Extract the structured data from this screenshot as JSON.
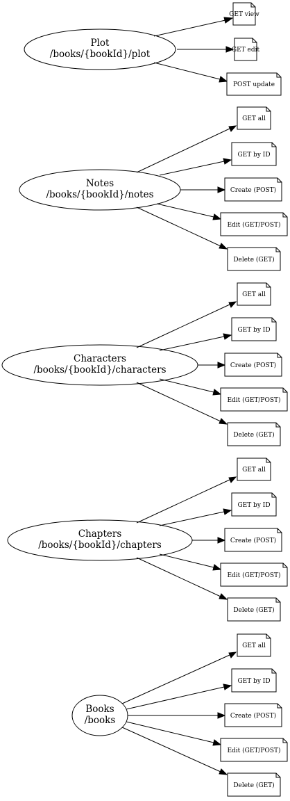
{
  "clusters": [
    {
      "id": "plot",
      "title": "Plot",
      "path": "/books/{bookId}/plot",
      "actions": [
        "GET view",
        "GET edit",
        "POST update"
      ]
    },
    {
      "id": "notes",
      "title": "Notes",
      "path": "/books/{bookId}/notes",
      "actions": [
        "GET all",
        "GET by ID",
        "Create (POST)",
        "Edit (GET/POST)",
        "Delete (GET)"
      ]
    },
    {
      "id": "characters",
      "title": "Characters",
      "path": "/books/{bookId}/characters",
      "actions": [
        "GET all",
        "GET by ID",
        "Create (POST)",
        "Edit (GET/POST)",
        "Delete (GET)"
      ]
    },
    {
      "id": "chapters",
      "title": "Chapters",
      "path": "/books/{bookId}/chapters",
      "actions": [
        "GET all",
        "GET by ID",
        "Create (POST)",
        "Edit (GET/POST)",
        "Delete (GET)"
      ]
    },
    {
      "id": "books",
      "title": "Books",
      "path": "/books",
      "actions": [
        "GET all",
        "GET by ID",
        "Create (POST)",
        "Edit (GET/POST)",
        "Delete (GET)"
      ]
    }
  ]
}
